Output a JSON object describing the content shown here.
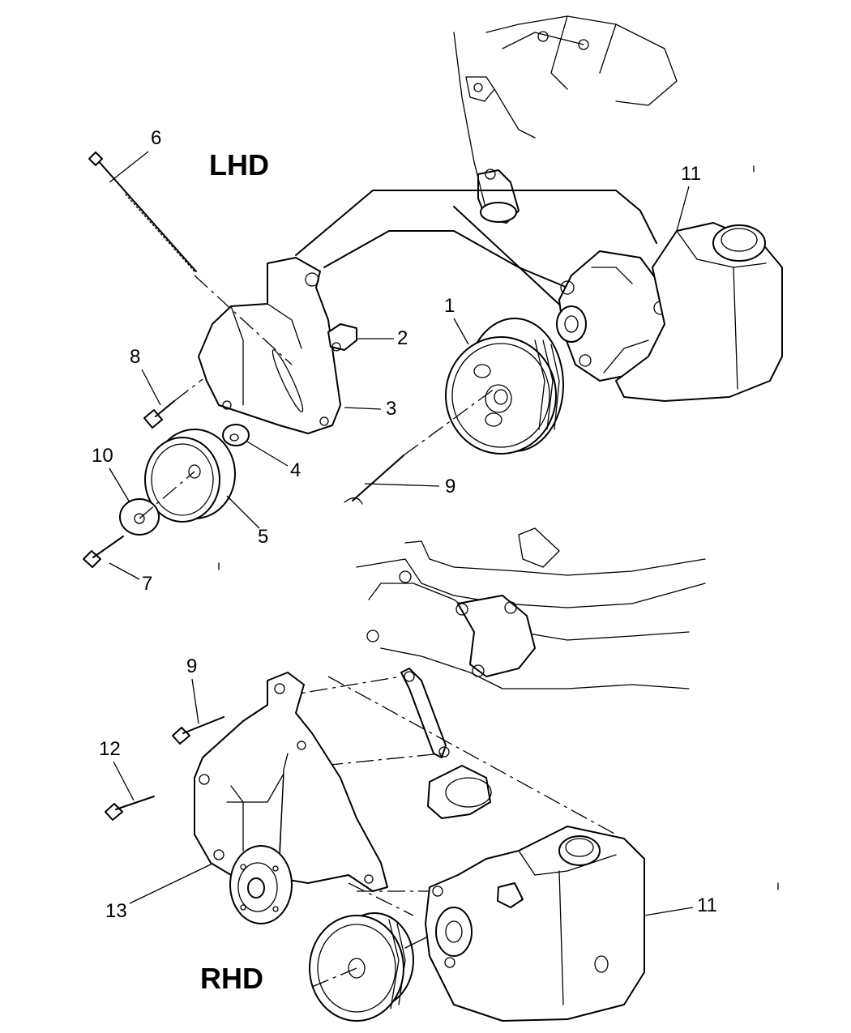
{
  "sections": {
    "lhd": "LHD",
    "rhd": "RHD"
  },
  "callouts": {
    "lhd": [
      "6",
      "11",
      "1",
      "2",
      "3",
      "8",
      "4",
      "10",
      "9",
      "5",
      "7"
    ],
    "rhd": [
      "9",
      "12",
      "13",
      "11"
    ]
  }
}
